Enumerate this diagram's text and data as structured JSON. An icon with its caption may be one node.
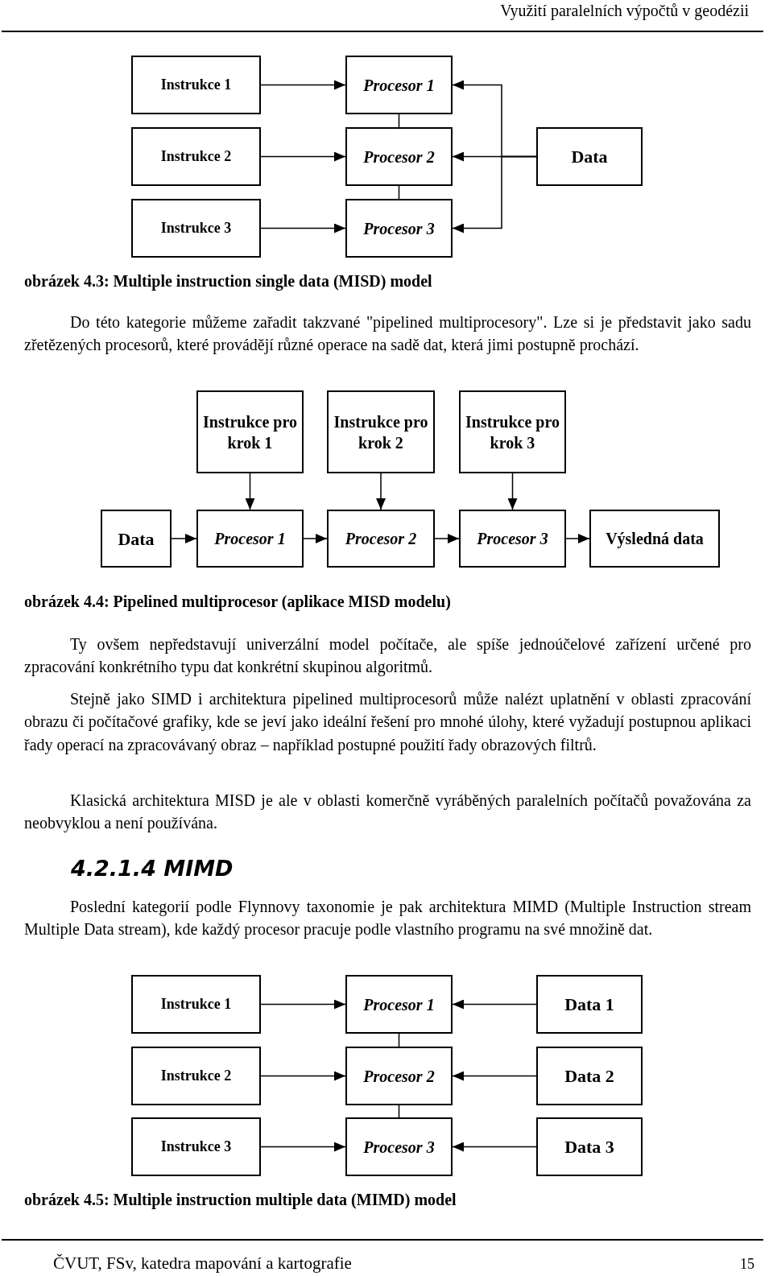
{
  "diagram": {
    "nodes": [
      {
        "text": [
          "Instrukce 1"
        ]
      },
      {
        "text": [
          "Instrukce 2"
        ]
      },
      {
        "text": [
          "Instrukce 3"
        ]
      },
      {
        "text": [
          "Procesor 1"
        ]
      },
      {
        "text": [
          "Procesor 2"
        ]
      },
      {
        "text": [
          "Procesor 3"
        ]
      },
      {
        "text": [
          "Data"
        ]
      },
      {
        "text": [
          "Instrukce pro krok 1"
        ]
      },
      {
        "text": [
          "Instrukce pro krok 2"
        ]
      },
      {
        "text": [
          "Instrukce pro krok 3"
        ]
      },
      {
        "text": [
          "Data"
        ]
      },
      {
        "text": [
          "Procesor 1"
        ]
      },
      {
        "text": [
          "Procesor 2"
        ]
      },
      {
        "text": [
          "Procesor 3"
        ]
      },
      {
        "text": [
          "Výsledná data"
        ]
      },
      {
        "text": [
          "Instrukce 1"
        ]
      },
      {
        "text": [
          "Instrukce 2"
        ]
      },
      {
        "text": [
          "Instrukce 3"
        ]
      },
      {
        "text": [
          "Procesor 1"
        ]
      },
      {
        "text": [
          "Procesor 2"
        ]
      },
      {
        "text": [
          "Procesor 3"
        ]
      },
      {
        "text": [
          "Data 1"
        ]
      },
      {
        "text": [
          "Data 2"
        ]
      },
      {
        "text": [
          "Data 3"
        ]
      }
    ],
    "edges": [
      {
        "from": 0,
        "to": 3,
        "arrow": "to"
      },
      {
        "from": 1,
        "to": 4,
        "arrow": "to"
      },
      {
        "from": 2,
        "to": 5,
        "arrow": "to"
      },
      {
        "from": 6,
        "to": 3,
        "arrow": "to"
      },
      {
        "from": 6,
        "to": 4,
        "arrow": "to"
      },
      {
        "from": 6,
        "to": 5,
        "arrow": "to"
      },
      {
        "from": 3,
        "to": 4,
        "arrow": "none"
      },
      {
        "from": 4,
        "to": 5,
        "arrow": "none"
      },
      {
        "from": 7,
        "to": 11,
        "arrow": "to"
      },
      {
        "from": 8,
        "to": 12,
        "arrow": "to"
      },
      {
        "from": 9,
        "to": 13,
        "arrow": "to"
      },
      {
        "from": 10,
        "to": 11,
        "arrow": "to"
      },
      {
        "from": 11,
        "to": 12,
        "arrow": "to"
      },
      {
        "from": 12,
        "to": 13,
        "arrow": "to"
      },
      {
        "from": 13,
        "to": 14,
        "arrow": "to"
      },
      {
        "from": 15,
        "to": 18,
        "arrow": "to"
      },
      {
        "from": 16,
        "to": 19,
        "arrow": "to"
      },
      {
        "from": 17,
        "to": 20,
        "arrow": "to"
      },
      {
        "from": 21,
        "to": 18,
        "arrow": "to"
      },
      {
        "from": 22,
        "to": 19,
        "arrow": "to"
      },
      {
        "from": 23,
        "to": 20,
        "arrow": "to"
      },
      {
        "from": 18,
        "to": 19,
        "arrow": "none"
      },
      {
        "from": 19,
        "to": 20,
        "arrow": "none"
      }
    ],
    "labels": [
      "Využití paralelních výpočtů v geodézii",
      "obrázek 4.3: Multiple instruction single data (MISD) model",
      "Do této kategorie můžeme zařadit takzvané \"pipelined multiprocesory\". Lze si je představit jako sadu zřetězených procesorů, které provádějí různé operace na sadě dat, která jimi postupně prochází.",
      "obrázek 4.4: Pipelined multiprocesor (aplikace MISD modelu)",
      "Ty ovšem nepředstavují univerzální model počítače, ale spíše jednoúčelové zařízení určené pro zpracování konkrétního typu dat konkrétní skupinou algoritmů.",
      "Stejně jako SIMD i architektura pipelined multiprocesorů může nalézt uplatnění v oblasti zpracování obrazu či počítačové grafiky, kde se jeví jako ideální řešení pro mnohé úlohy, které vyžadují postupnou aplikaci řady operací na zpracovávaný obraz – například postupné použití řady obrazových filtrů.",
      "Klasická architektura MISD je ale v oblasti komerčně vyráběných paralelních počítačů považována za neobvyklou a není používána.",
      "4.2.1.4 MIMD",
      "Poslední kategorií podle Flynnovy taxonomie je pak architektura MIMD (Multiple Instruction stream Multiple Data stream), kde každý procesor pracuje podle vlastního programu na své množině dat.",
      "obrázek 4.5: Multiple instruction multiple data (MIMD) model",
      "ČVUT, FSv, katedra mapování a kartografie",
      "15"
    ]
  }
}
